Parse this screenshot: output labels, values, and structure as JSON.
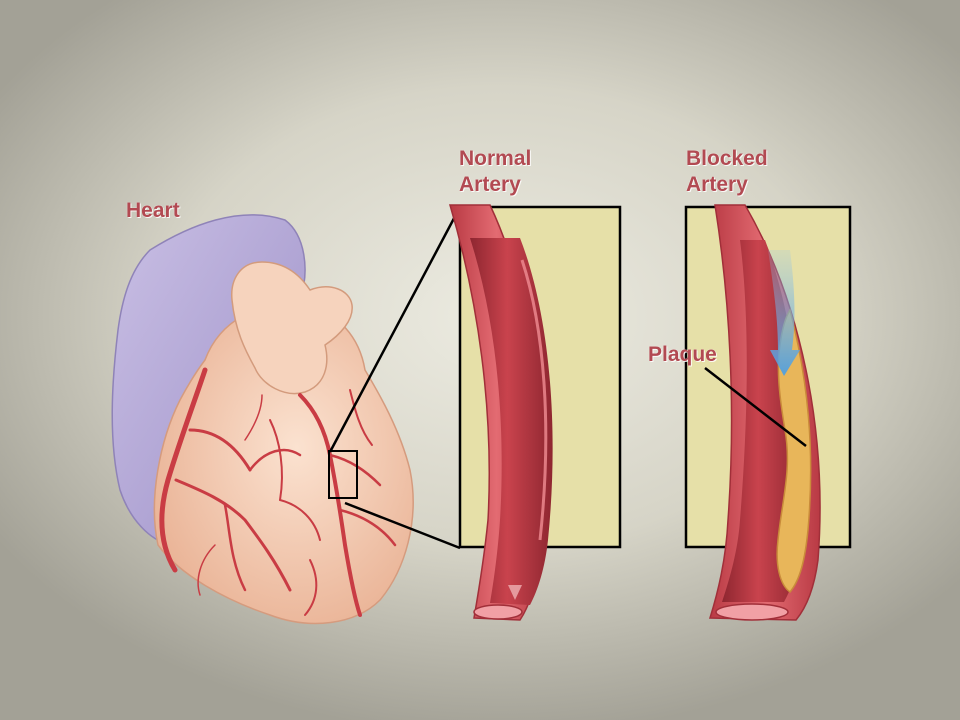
{
  "labels": {
    "heart": "Heart",
    "normal_artery": [
      "Normal",
      "Artery"
    ],
    "blocked_artery": [
      "Blocked",
      "Artery"
    ],
    "plaque": "Plaque"
  },
  "colors": {
    "label_text": "#b24a52",
    "panel_fill": "#e6e0a8",
    "artery_wall": "#d9545d",
    "artery_lumen": "#b83540",
    "plaque": "#e8b65a",
    "blood_flow": "#6fb0e0",
    "heart_muscle": "#f2c8ae",
    "heart_vessels": "#c93c44",
    "atrium": "#b3a6d6"
  }
}
